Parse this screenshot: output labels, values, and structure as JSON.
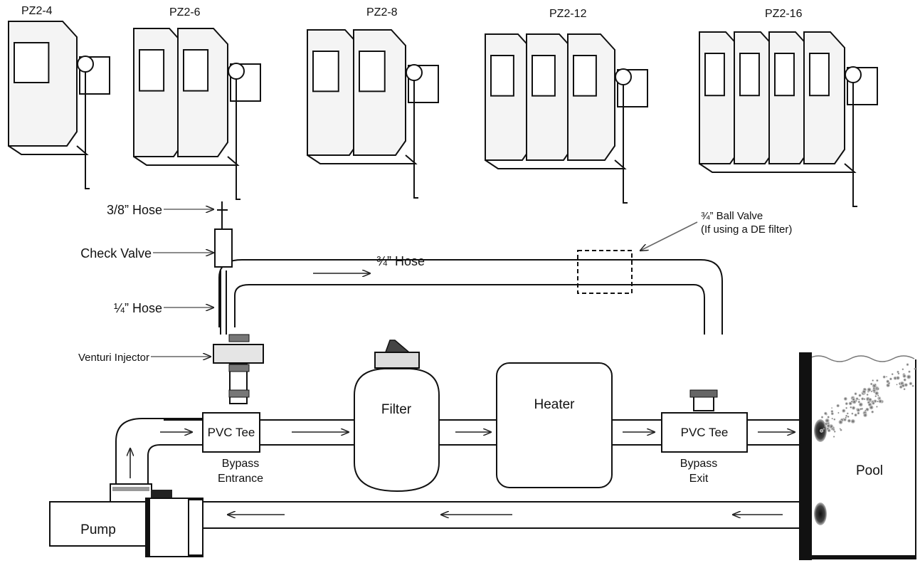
{
  "models": [
    {
      "label": "PZ2-4"
    },
    {
      "label": "PZ2-6"
    },
    {
      "label": "PZ2-8"
    },
    {
      "label": "PZ2-12"
    },
    {
      "label": "PZ2-16"
    }
  ],
  "callouts": {
    "hose_3_8": "3/8” Hose",
    "check_valve": "Check Valve",
    "hose_1_4": "¼” Hose",
    "venturi": "Venturi Injector"
  },
  "hose_3_4": "¾” Hose",
  "ball_valve": {
    "line1": "¾” Ball Valve",
    "line2": "(If using a DE filter)"
  },
  "components": {
    "tee_left": "PVC Tee",
    "tee_right": "PVC Tee",
    "filter": "Filter",
    "heater": "Heater",
    "pump": "Pump",
    "pool": "Pool"
  },
  "captions": {
    "bypass_entrance_1": "Bypass",
    "bypass_entrance_2": "Entrance",
    "bypass_exit_1": "Bypass",
    "bypass_exit_2": "Exit"
  }
}
